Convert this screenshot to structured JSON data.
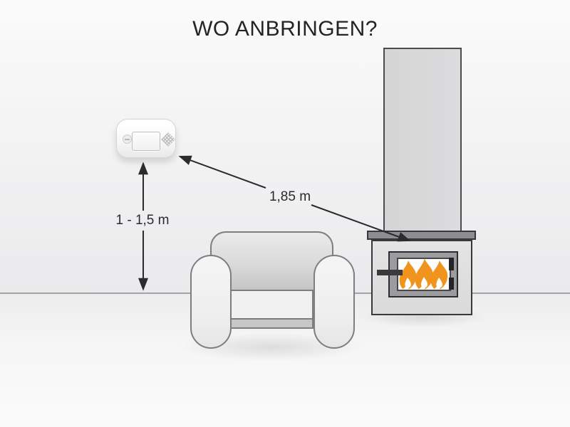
{
  "title": "WO ANBRINGEN?",
  "measurements": {
    "mounting_height": "1 - 1,5 m",
    "distance_to_source": "1,85 m"
  },
  "objects": {
    "detector": "co-detector",
    "seating": "armchair",
    "heater": "wood-stove-with-chimney",
    "fire": "flame-icon"
  },
  "colors": {
    "flame_orange": "#F0941E",
    "arrow": "#2B2B2D",
    "text": "#242426"
  }
}
